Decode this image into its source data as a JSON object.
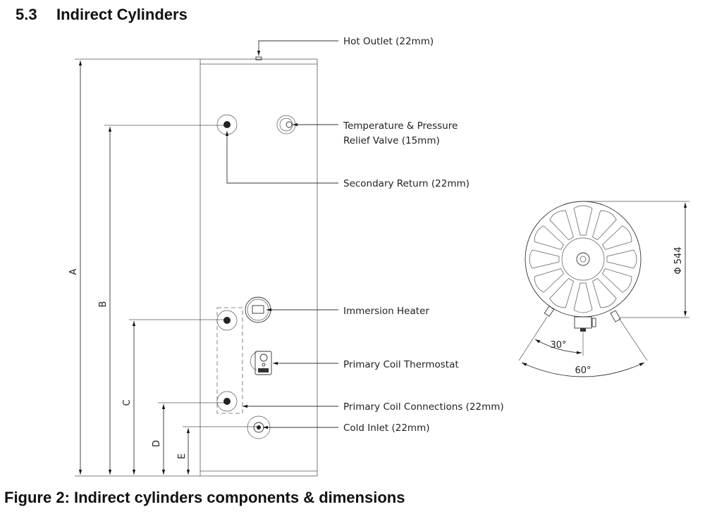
{
  "heading": {
    "number": "5.3",
    "title": "Indirect Cylinders"
  },
  "caption": "Figure 2: Indirect cylinders components & dimensions",
  "components": {
    "hot_outlet": "Hot Outlet (22mm)",
    "tpr_valve_line1": "Temperature & Pressure",
    "tpr_valve_line2": "Relief Valve (15mm)",
    "secondary_return": "Secondary Return (22mm)",
    "immersion_heater": "Immersion Heater",
    "primary_coil_thermostat": "Primary Coil Thermostat",
    "primary_coil_connections": "Primary Coil Connections (22mm)",
    "cold_inlet": "Cold Inlet (22mm)"
  },
  "dimensions": {
    "a": "A",
    "b": "B",
    "c": "C",
    "d": "D",
    "e": "E",
    "diameter": "Φ 544",
    "angle_small": "30°",
    "angle_large": "60°"
  }
}
